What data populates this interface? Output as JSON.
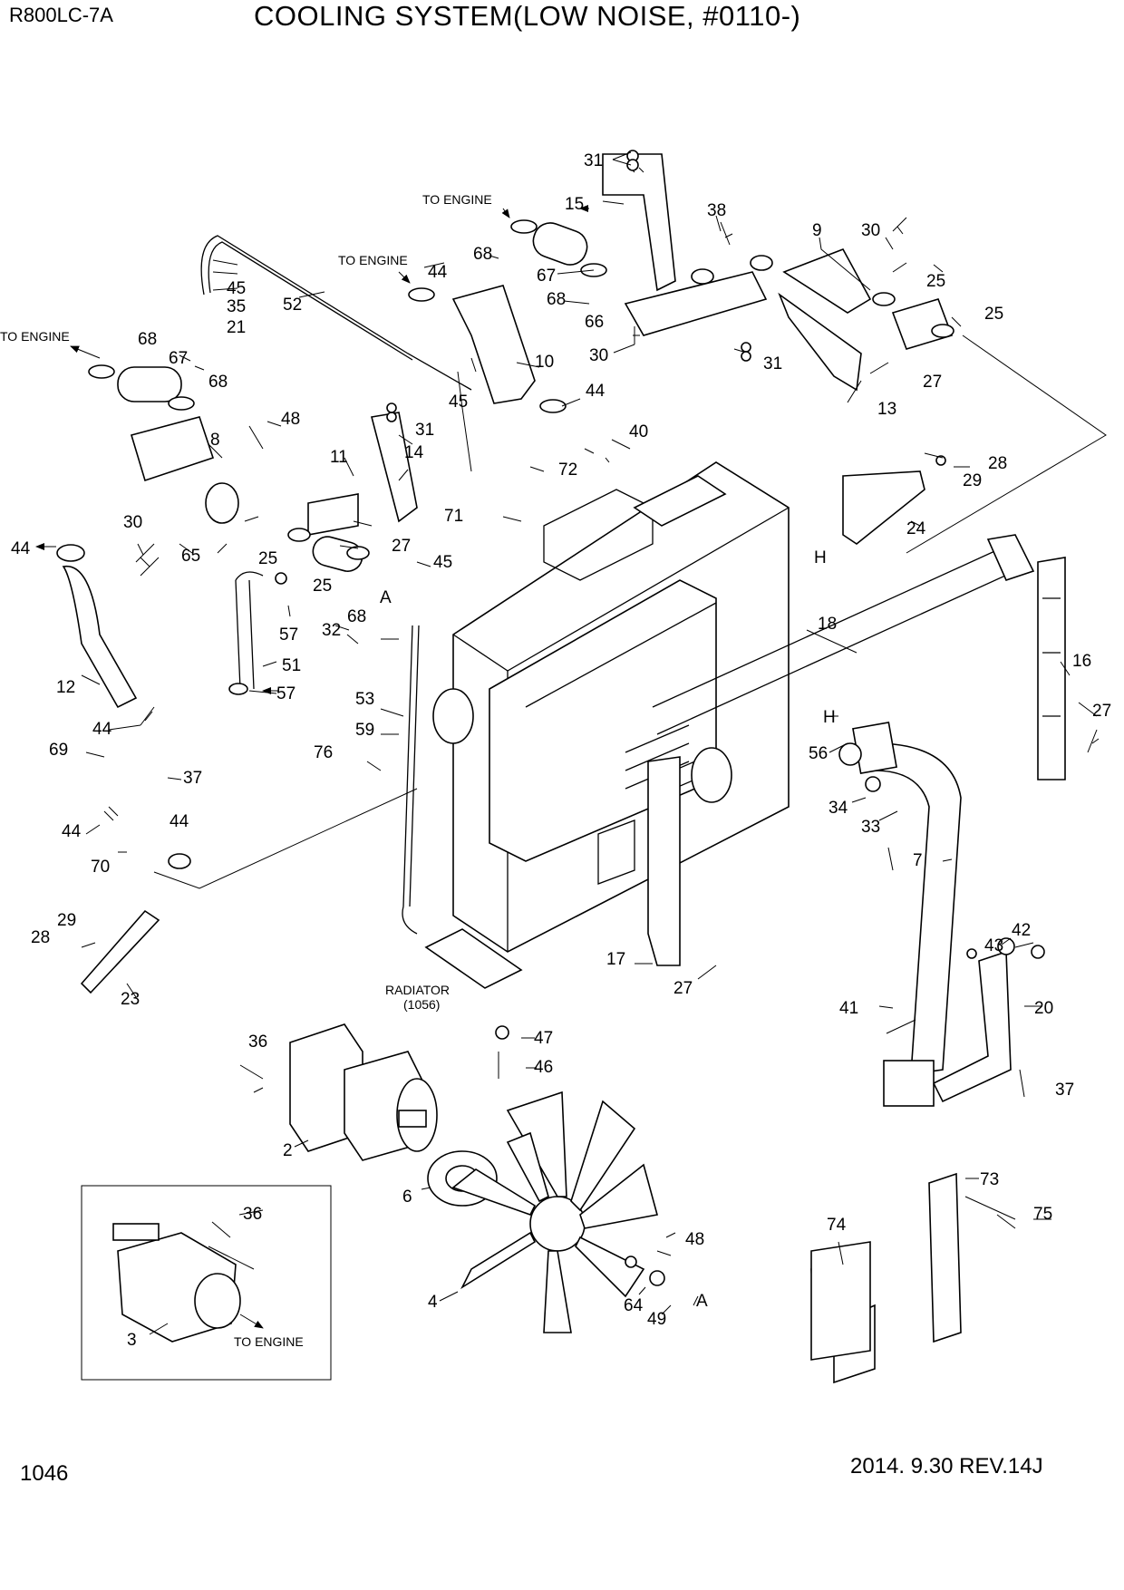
{
  "header": {
    "model": "R800LC-7A",
    "title": "COOLING SYSTEM(LOW NOISE, #0110-)"
  },
  "footer": {
    "page": "1046",
    "revision": "2014. 9.30  REV.14J"
  },
  "notes": {
    "to_engine_1": "TO ENGINE",
    "to_engine_2": "TO ENGINE",
    "to_engine_3": "TO ENGINE",
    "to_engine_4": "TO ENGINE",
    "radiator": "RADIATOR",
    "radiator_ref": "(1056)"
  },
  "labels": [
    "31",
    "15",
    "38",
    "9",
    "30",
    "68",
    "67",
    "68",
    "66",
    "30",
    "31",
    "25",
    "25",
    "27",
    "13",
    "45",
    "35",
    "21",
    "52",
    "44",
    "10",
    "45",
    "44",
    "68",
    "67",
    "68",
    "8",
    "48",
    "31",
    "11",
    "14",
    "40",
    "72",
    "71",
    "28",
    "29",
    "24",
    "30",
    "65",
    "25",
    "27",
    "25",
    "45",
    "A",
    "H",
    "44",
    "57",
    "32",
    "68",
    "51",
    "57",
    "12",
    "18",
    "16",
    "27",
    "53",
    "59",
    "76",
    "H",
    "56",
    "44",
    "69",
    "37",
    "34",
    "33",
    "44",
    "44",
    "70",
    "7",
    "29",
    "28",
    "23",
    "17",
    "27",
    "42",
    "43",
    "41",
    "20",
    "RADIATOR",
    "47",
    "46",
    "36",
    "37",
    "2",
    "6",
    "73",
    "75",
    "74",
    "36",
    "48",
    "64",
    "49",
    "A",
    "4",
    "3"
  ]
}
